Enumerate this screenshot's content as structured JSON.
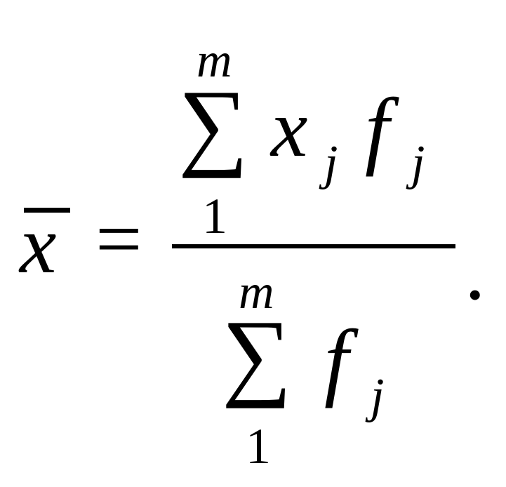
{
  "formula": {
    "lhs": {
      "variable": "x",
      "bar": true
    },
    "equals": "=",
    "numerator": {
      "sum_symbol": "∑",
      "upper_limit": "m",
      "lower_limit": "1",
      "term1": {
        "base": "x",
        "subscript": "j"
      },
      "term2": {
        "base": "f",
        "subscript": "j"
      }
    },
    "denominator": {
      "sum_symbol": "∑",
      "upper_limit": "m",
      "lower_limit": "1",
      "term": {
        "base": "f",
        "subscript": "j"
      }
    },
    "terminator": "."
  }
}
